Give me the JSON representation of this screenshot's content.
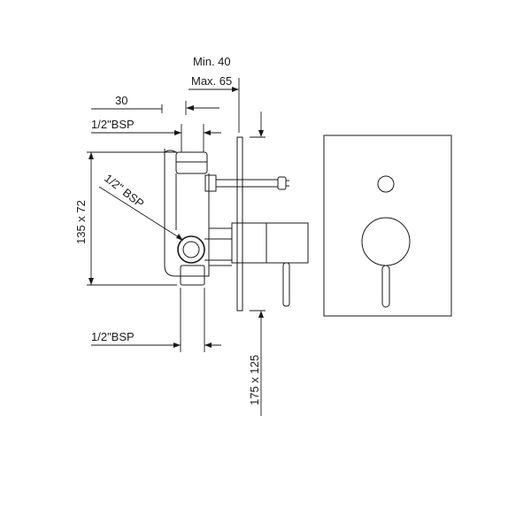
{
  "labels": {
    "min": "Min. 40",
    "max": "Max. 65",
    "width_30": "30",
    "bsp_top": "1/2\"BSP",
    "bsp_diag": "1/2\" BSP",
    "box_dim": "135 x 72",
    "bsp_bottom": "1/2\"BSP",
    "plate_dim": "175 x 125"
  },
  "colors": {
    "line": "#1a1a1a",
    "background": "#ffffff"
  }
}
